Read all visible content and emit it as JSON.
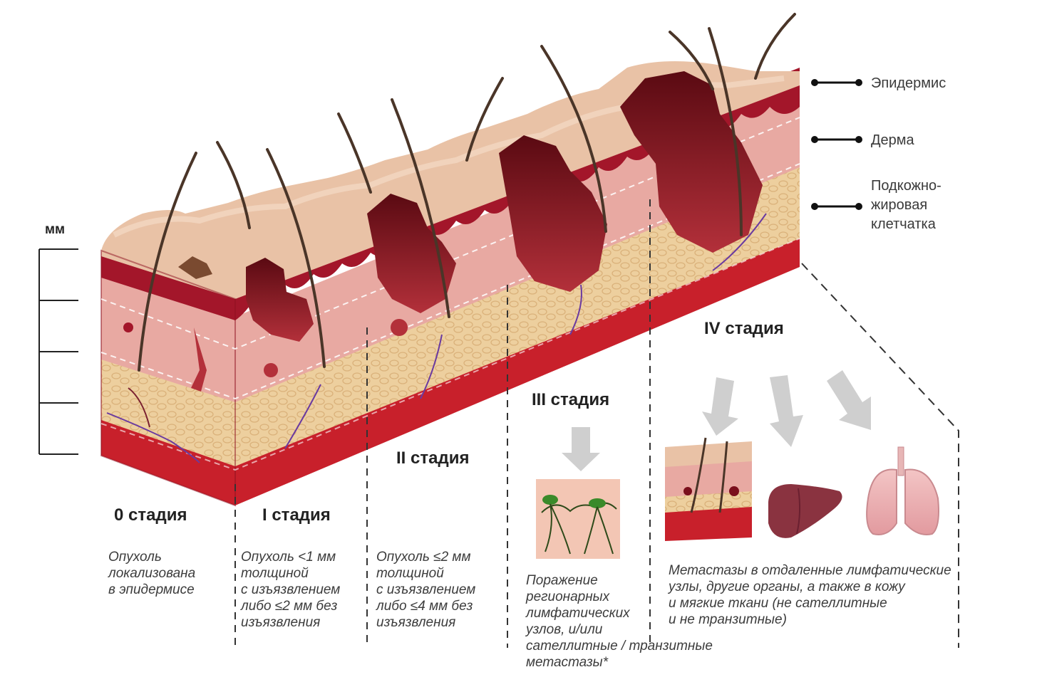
{
  "scale": {
    "unit": "мм"
  },
  "layers": [
    {
      "id": "epidermis",
      "label": "Эпидермис"
    },
    {
      "id": "dermis",
      "label": "Дерма"
    },
    {
      "id": "subcutaneous",
      "label_lines": [
        "Подкожно-",
        "жировая",
        "клетчатка"
      ]
    }
  ],
  "stages": [
    {
      "id": "0",
      "title": "0 стадия",
      "desc_lines": [
        "Опухоль",
        "локализована",
        "в эпидермисе"
      ]
    },
    {
      "id": "1",
      "title": "I стадия",
      "desc_lines": [
        "Опухоль <1 мм",
        "толщиной",
        "с изъязвлением",
        "либо ≤2 мм без",
        "изъязвления"
      ]
    },
    {
      "id": "2",
      "title": "II стадия",
      "desc_lines": [
        "Опухоль ≤2 мм",
        "толщиной",
        "с изъязвлением",
        "либо ≤4 мм без",
        "изъязвления"
      ]
    },
    {
      "id": "3",
      "title": "III стадия",
      "desc_lines": [
        "Поражение",
        "регионарных",
        "лимфатических",
        "узлов, и/или",
        "сателлитные / транзитные",
        "метастазы*"
      ]
    },
    {
      "id": "4",
      "title": "IV стадия",
      "desc_lines": [
        "Метастазы в отдаленные лимфатические",
        "узлы, другие органы, а также в кожу",
        "и мягкие ткани (не сателлитные",
        "и не транзитные)"
      ]
    }
  ],
  "colors": {
    "epidermis": "#e9c2a6",
    "dermis": "#a3162a",
    "dermis_light": "#e8a9a2",
    "fat": "#edcf9e",
    "base": "#c8202b",
    "hair": "#4a3528",
    "tumor": "#7a0f1c",
    "arrow": "#cfcfcf"
  }
}
